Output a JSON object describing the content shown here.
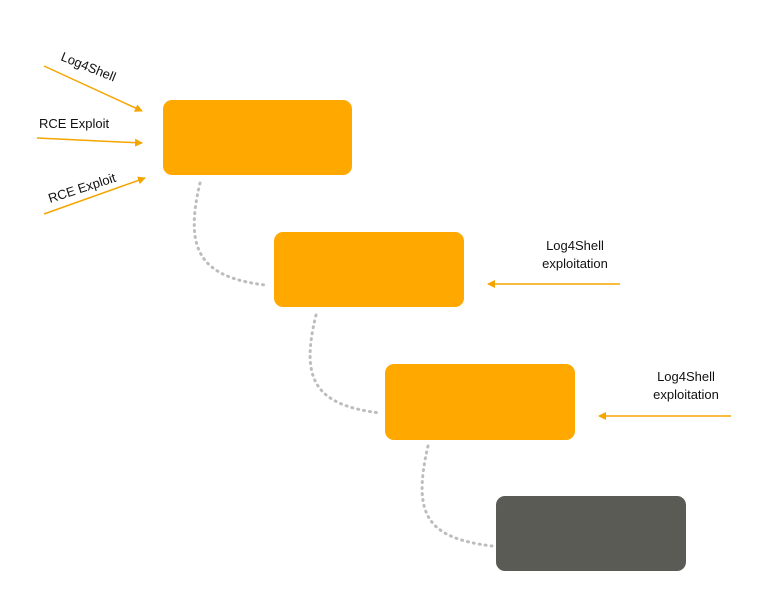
{
  "colors": {
    "box_orange": "#ffa800",
    "box_dark": "#5b5b55",
    "arrow_orange": "#f5a500",
    "connector_gray": "#bdbdbd"
  },
  "boxes": [
    {
      "name": "stage-1",
      "color": "orange"
    },
    {
      "name": "stage-2",
      "color": "orange"
    },
    {
      "name": "stage-3",
      "color": "orange"
    },
    {
      "name": "stage-4",
      "color": "dark"
    }
  ],
  "incoming_arrows": [
    {
      "label": "Log4Shell"
    },
    {
      "label": "RCE Exploit"
    },
    {
      "label": "RCE Exploit"
    }
  ],
  "side_arrows": [
    {
      "line1": "Log4Shell",
      "line2": "exploitation"
    },
    {
      "line1": "Log4Shell",
      "line2": "exploitation"
    }
  ]
}
